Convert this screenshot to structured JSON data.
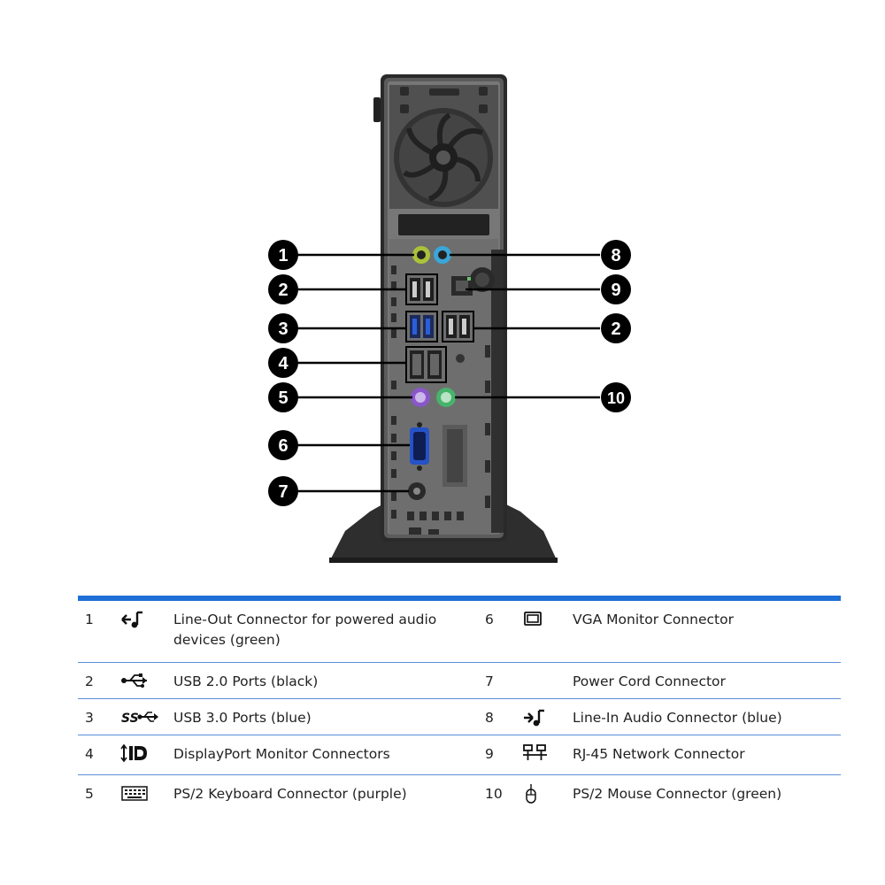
{
  "callouts": [
    "1",
    "2",
    "3",
    "4",
    "5",
    "6",
    "7",
    "8",
    "9",
    "2",
    "10"
  ],
  "legend": {
    "left": [
      {
        "num": "1",
        "icon": "line-out-audio-icon",
        "desc": "Line-Out Connector for powered audio devices (green)"
      },
      {
        "num": "2",
        "icon": "usb-icon",
        "desc": "USB 2.0 Ports (black)"
      },
      {
        "num": "3",
        "icon": "usb-superspeed-icon",
        "desc": "USB 3.0 Ports (blue)"
      },
      {
        "num": "4",
        "icon": "displayport-icon",
        "desc": "DisplayPort Monitor Connectors"
      },
      {
        "num": "5",
        "icon": "keyboard-icon",
        "desc": "PS/2 Keyboard Connector (purple)"
      }
    ],
    "right": [
      {
        "num": "6",
        "icon": "vga-icon",
        "desc": "VGA Monitor Connector"
      },
      {
        "num": "7",
        "icon": "",
        "desc": "Power Cord Connector"
      },
      {
        "num": "8",
        "icon": "line-in-audio-icon",
        "desc": "Line-In Audio Connector (blue)"
      },
      {
        "num": "9",
        "icon": "network-icon",
        "desc": "RJ-45 Network Connector"
      },
      {
        "num": "10",
        "icon": "mouse-icon",
        "desc": "PS/2 Mouse Connector (green)"
      }
    ]
  },
  "colors": {
    "accent_blue": "#1f6fd6",
    "audio_green": "#a9c23a",
    "audio_blue": "#3aa6d8",
    "ps2_purple": "#8a57c9",
    "ps2_green": "#47b36b",
    "usb3_blue": "#2b5fd8",
    "vga_blue": "#2553c7"
  }
}
